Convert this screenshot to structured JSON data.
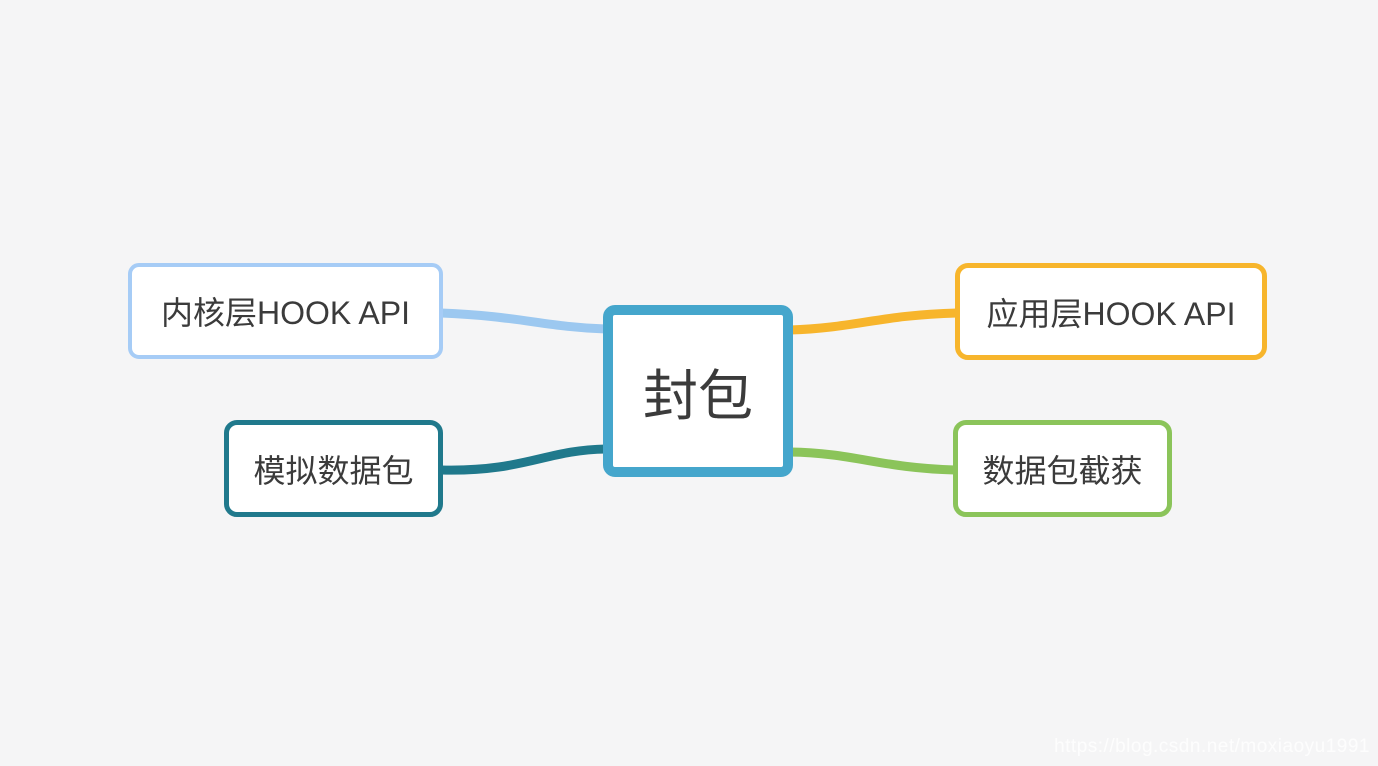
{
  "canvas": {
    "background_color": "#F5F5F6",
    "text_color": "#3B3B3B"
  },
  "mindmap": {
    "root": {
      "label": "封包",
      "border_color": "#45A6CC"
    },
    "branches": [
      {
        "id": "kernel-hook-api",
        "label": "内核层HOOK API",
        "position": "top-left",
        "border_color": "#A6CCF6",
        "connector_color": "#9CC8F0"
      },
      {
        "id": "app-hook-api",
        "label": "应用层HOOK API",
        "position": "top-right",
        "border_color": "#F7B52C",
        "connector_color": "#F7B52C"
      },
      {
        "id": "simulate-packet",
        "label": "模拟数据包",
        "position": "bottom-left",
        "border_color": "#20798C",
        "connector_color": "#20798C"
      },
      {
        "id": "packet-capture",
        "label": "数据包截获",
        "position": "bottom-right",
        "border_color": "#8BC45A",
        "connector_color": "#8BC45A"
      }
    ]
  },
  "watermark": {
    "text": "https://blog.csdn.net/moxiaoyu1991"
  }
}
